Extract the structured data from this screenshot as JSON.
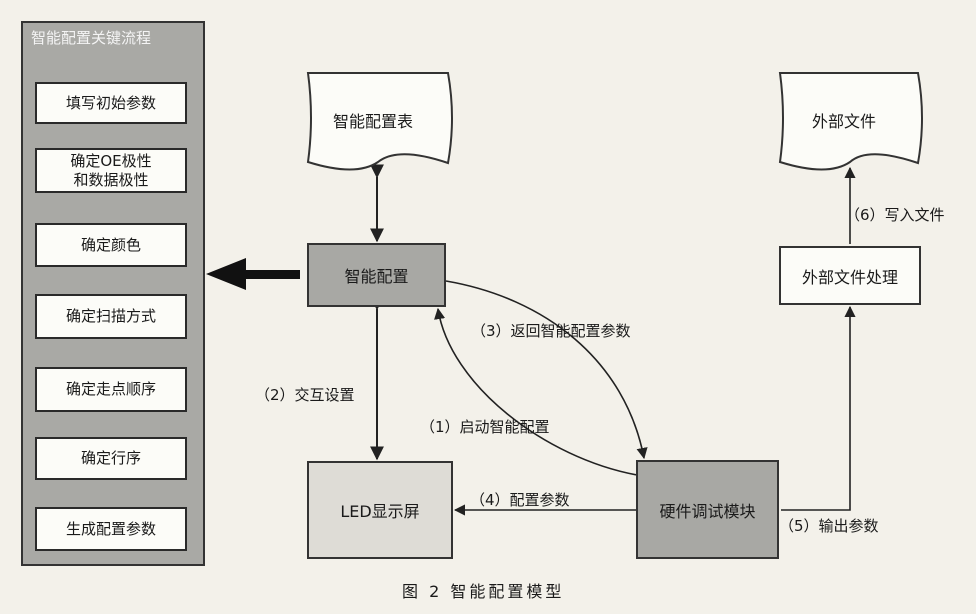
{
  "panel": {
    "title": "智能配置关键流程",
    "steps": [
      "填写初始参数",
      "确定OE极性\n和数据极性",
      "确定颜色",
      "确定扫描方式",
      "确定走点顺序",
      "确定行序",
      "生成配置参数"
    ]
  },
  "nodes": {
    "smart_table": "智能配置表",
    "external_file": "外部文件",
    "smart_config": "智能配置",
    "external_processing": "外部文件处理",
    "led_screen": "LED显示屏",
    "hw_debug": "硬件调试模块"
  },
  "edges": {
    "start_smart_config": "（1）启动智能配置",
    "interactive_setup": "（2）交互设置",
    "return_params": "（3）返回智能配置参数",
    "config_params": "（4）配置参数",
    "output_params": "（5）输出参数",
    "write_file": "（6）写入文件"
  },
  "caption": "图 2   智能配置模型"
}
